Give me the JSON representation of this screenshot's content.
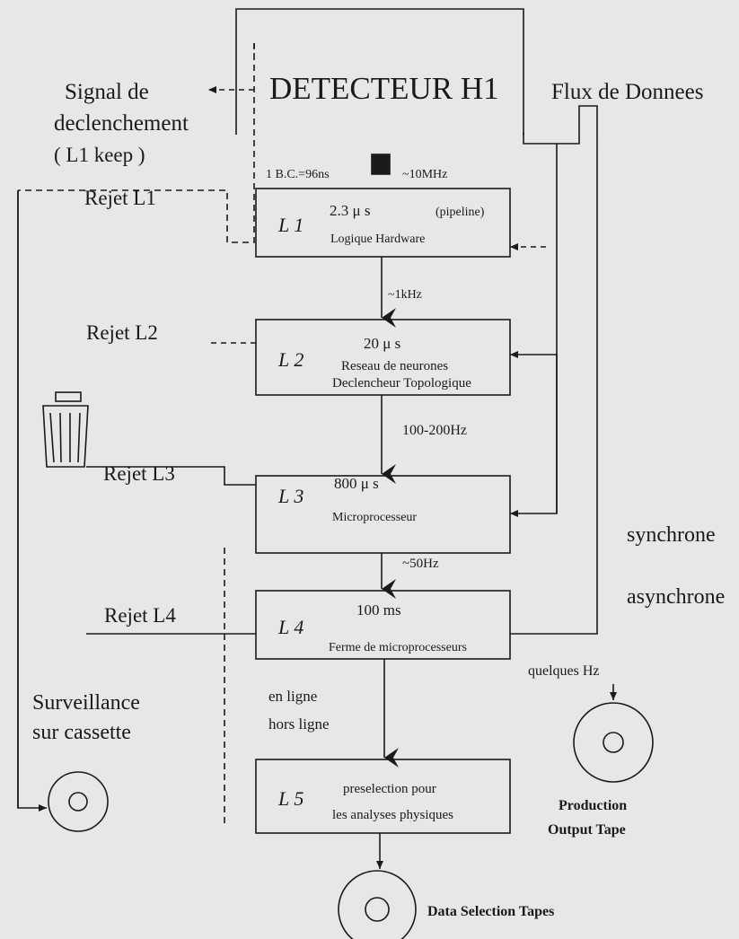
{
  "title": "DETECTEUR H1",
  "left_labels": {
    "signal_line1": "Signal de",
    "signal_line2": "declenchement",
    "signal_line3": "( L1 keep )",
    "rejet_l1": "Rejet  L1",
    "rejet_l2": "Rejet L2",
    "rejet_l3": "Rejet  L3",
    "rejet_l4": "Rejet  L4",
    "surveillance_line1": "Surveillance",
    "surveillance_line2": "sur cassette"
  },
  "right_labels": {
    "flux": "Flux  de Donnees",
    "synchrone": "synchrone",
    "asynchrone": "asynchrone",
    "quelques_hz": "quelques  Hz",
    "production_line1": "Production",
    "production_line2": "Output   Tape",
    "data_selection": "Data  Selection Tapes"
  },
  "levels": [
    {
      "name": "L 1",
      "time": "2.3 μ s",
      "note": "(pipeline)",
      "desc1": "Logique  Hardware",
      "desc2": ""
    },
    {
      "name": "L 2",
      "time": "20 μ s",
      "note": "",
      "desc1": "Reseau  de neurones",
      "desc2": "Declencheur Topologique"
    },
    {
      "name": "L 3",
      "time": "800 μ  s",
      "note": "",
      "desc1": "Microprocesseur",
      "desc2": ""
    },
    {
      "name": "L 4",
      "time": "100 ms",
      "note": "",
      "desc1": "Ferme de  microprocesseurs",
      "desc2": ""
    },
    {
      "name": "L 5",
      "time": "",
      "note": "",
      "desc1": "preselection pour",
      "desc2": "les analyses physiques"
    }
  ],
  "rates": {
    "bc": "1 B.C.=96ns",
    "r10mhz": "~10MHz",
    "r1khz": "~1kHz",
    "r100hz": "100-200Hz",
    "r50hz": "~50Hz"
  },
  "en_ligne": "en ligne",
  "hors_ligne": "hors ligne"
}
